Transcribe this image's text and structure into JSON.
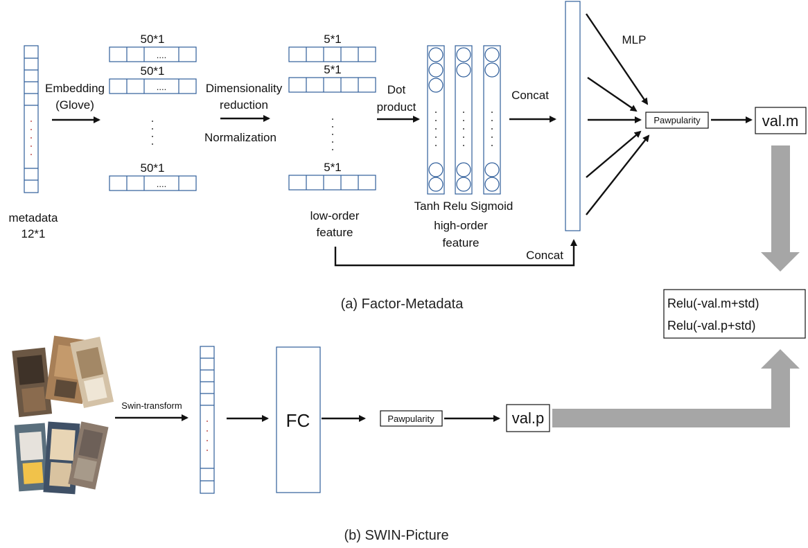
{
  "diagram": {
    "metadata_label": "metadata",
    "metadata_dim": "12*1",
    "embedding_label_1": "Embedding",
    "embedding_label_2": "(Glove)",
    "emb_dims": [
      "50*1",
      "50*1",
      "50*1"
    ],
    "emb_dots": "....",
    "dimred_label_1": "Dimensionality",
    "dimred_label_2": "reduction",
    "normalization_label": "Normalization",
    "low_dims": [
      "5*1",
      "5*1",
      "5*1"
    ],
    "low_order_1": "low-order",
    "low_order_2": "feature",
    "dot_product_1": "Dot",
    "dot_product_2": "product",
    "activations": "Tanh Relu Sigmoid",
    "high_order_1": "high-order",
    "high_order_2": "feature",
    "concat_top": "Concat",
    "concat_bottom": "Concat",
    "mlp_label": "MLP",
    "pawpularity_top": "Pawpularity",
    "val_m": "val.m",
    "caption_a": "(a) Factor-Metadata",
    "loss_1": "Relu(-val.m+std)",
    "loss_2": "Relu(-val.p+std)",
    "swin_label": "Swin-transform",
    "fc_label": "FC",
    "pawpularity_bottom": "Pawpularity",
    "val_p": "val.p",
    "caption_b": "(b) SWIN-Picture",
    "colors": {
      "box_stroke": "#2e5d9a",
      "gray_arrow": "#a6a6a6",
      "red_dots": "#c0504d"
    }
  }
}
